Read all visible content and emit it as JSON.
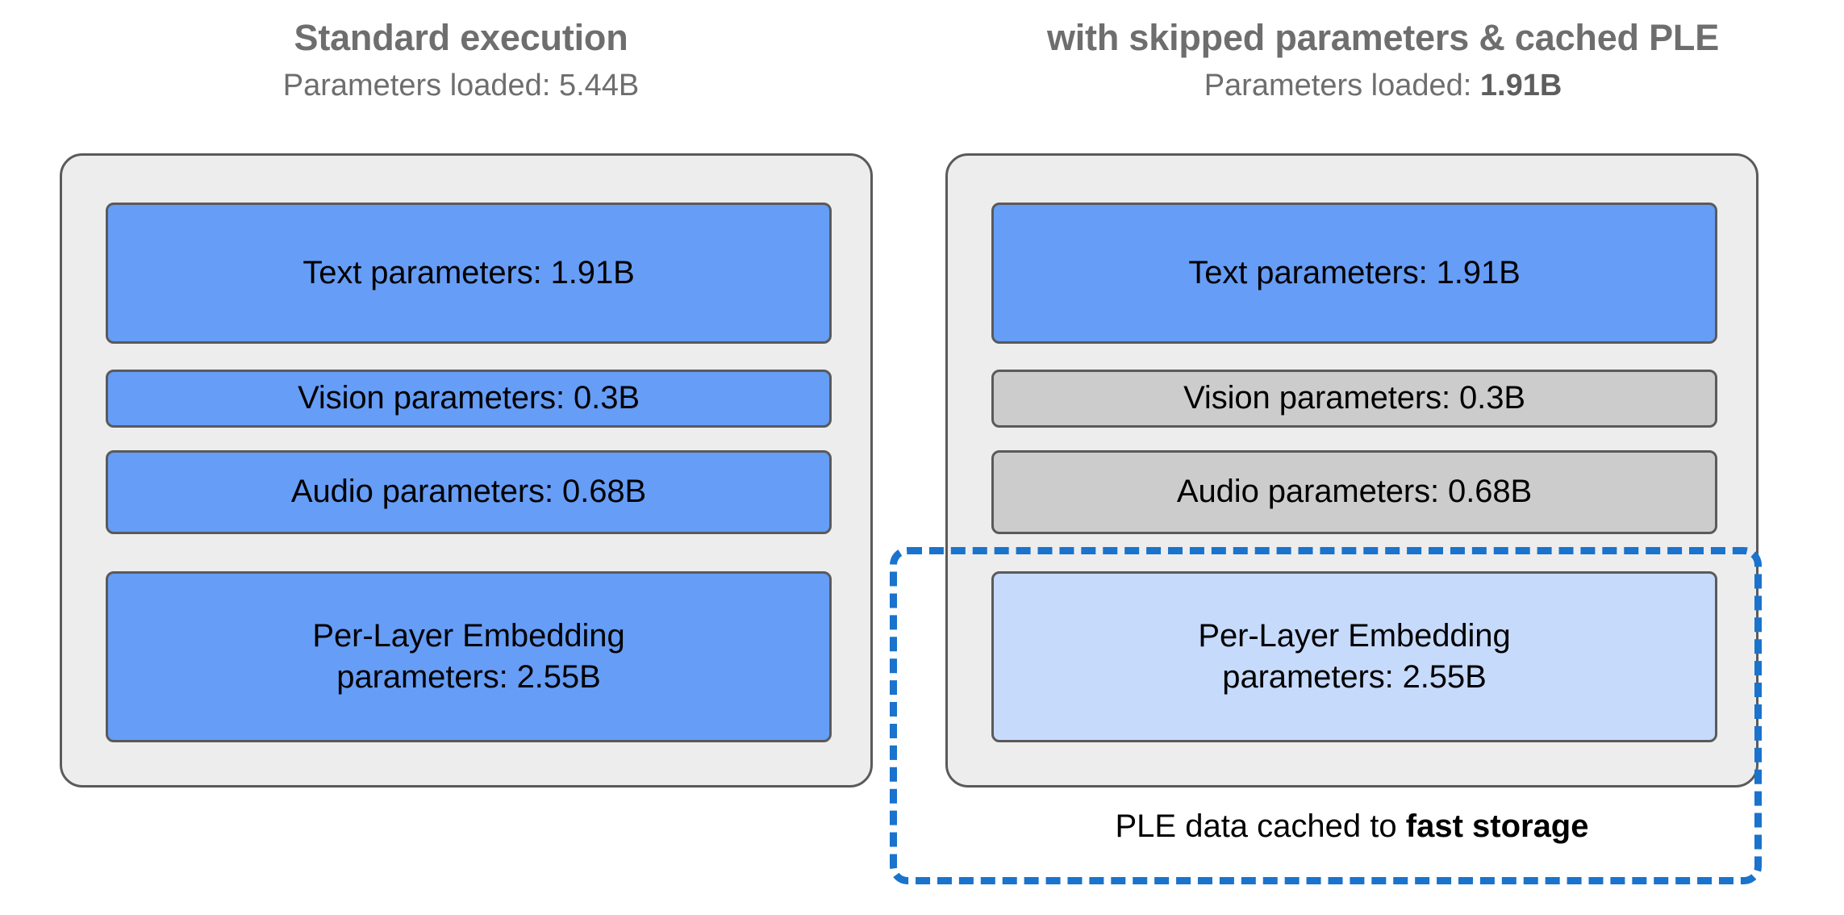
{
  "diagram": {
    "panels": [
      {
        "id": "standard-execution",
        "title": "Standard execution",
        "subtitle_prefix": "Parameters loaded: ",
        "subtitle_value": "5.44B",
        "subtitle_value_bold": false,
        "blocks": [
          {
            "id": "text",
            "label": "Text parameters: 1.91B",
            "state": "loaded",
            "color": "#669df6"
          },
          {
            "id": "vision",
            "label": "Vision parameters: 0.3B",
            "state": "loaded",
            "color": "#669df6"
          },
          {
            "id": "audio",
            "label": "Audio parameters: 0.68B",
            "state": "loaded",
            "color": "#669df6"
          },
          {
            "id": "ple",
            "label": "Per-Layer Embedding\nparameters: 2.55B",
            "state": "loaded",
            "color": "#669df6"
          }
        ],
        "cache_region": null
      },
      {
        "id": "skipped-and-cached",
        "title": "with skipped parameters & cached PLE",
        "subtitle_prefix": "Parameters loaded: ",
        "subtitle_value": "1.91B",
        "subtitle_value_bold": true,
        "blocks": [
          {
            "id": "text",
            "label": "Text parameters: 1.91B",
            "state": "loaded",
            "color": "#669df6"
          },
          {
            "id": "vision",
            "label": "Vision parameters: 0.3B",
            "state": "skipped",
            "color": "#cccccc"
          },
          {
            "id": "audio",
            "label": "Audio parameters: 0.68B",
            "state": "skipped",
            "color": "#cccccc"
          },
          {
            "id": "ple",
            "label": "Per-Layer Embedding\nparameters: 2.55B",
            "state": "cached",
            "color": "#c6dafc"
          }
        ],
        "cache_region": {
          "caption_prefix": "PLE data cached to ",
          "caption_emphasis": "fast storage",
          "border_color": "#1a73cc",
          "border_style": "dashed"
        }
      }
    ],
    "colors": {
      "loaded_blue": "#669df6",
      "skipped_gray": "#cccccc",
      "cached_light_blue": "#c6dafc",
      "container_background": "#ededed",
      "container_border": "#5a5a5a",
      "heading_text": "#6e6e6e",
      "body_text": "#000000",
      "cache_border": "#1a73cc",
      "page_background": "#ffffff"
    }
  }
}
